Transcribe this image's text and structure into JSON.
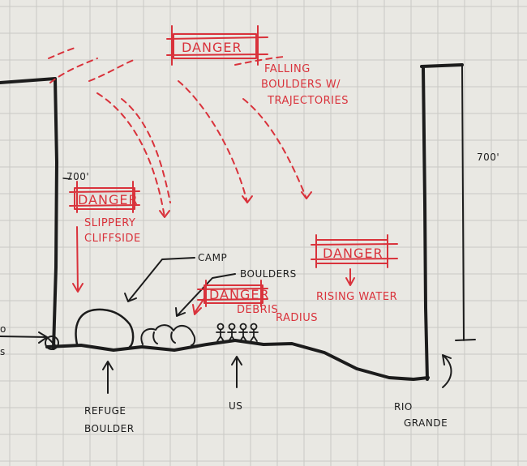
{
  "colors": {
    "paper": "#e9e8e3",
    "grid": "#c9c9c4",
    "ink": "#1c1c1c",
    "danger": "#d9323b"
  },
  "danger_label": "DANGER",
  "labels": {
    "falling_1": "FALLING",
    "falling_2": "BOULDERS W/",
    "falling_3": "TRAJECTORIES",
    "slippery_1": "SLIPPERY",
    "slippery_2": "CLIFFSIDE",
    "rising": "RISING WATER",
    "debris_1": "DEBRIS",
    "debris_2": "RADIUS",
    "height_left": "700'",
    "height_right": "700'",
    "camp": "CAMP",
    "boulders": "BOULDERS",
    "refuge_1": "REFUGE",
    "refuge_2": "BOULDER",
    "us": "US",
    "rio_1": "RIO",
    "rio_2": "GRANDE",
    "edge_o": "o",
    "edge_s": "s"
  }
}
